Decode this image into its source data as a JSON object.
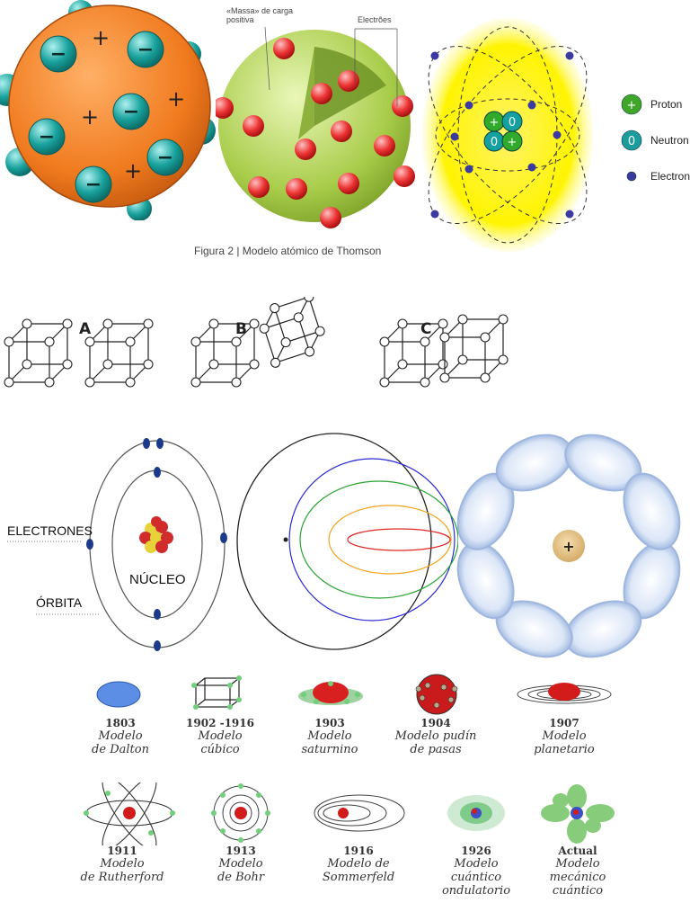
{
  "thomson": {
    "plus": "+",
    "minus": "−",
    "annot_massa": "«Massa» de carga\npositiva",
    "annot_electroes": "Electrões",
    "caption": "Figura 2 | Modelo atómico de Thomson"
  },
  "legend": {
    "items": [
      {
        "label": "Proton",
        "glyph": "+",
        "color": "#3fa62a"
      },
      {
        "label": "Neutron",
        "glyph": "0",
        "color": "#1a9c9c"
      },
      {
        "label": "Electron",
        "glyph": "",
        "color": "#3a3aa0"
      }
    ]
  },
  "cubes": {
    "labels": [
      "A",
      "B",
      "C"
    ]
  },
  "bohr": {
    "electrones": "ELECTRONES",
    "orbita": "ÓRBITA",
    "nucleo": "NÚCLEO"
  },
  "timeline": {
    "row1": [
      {
        "year": "1803",
        "name": "Modelo\nde Dalton"
      },
      {
        "year": "1902 -1916",
        "name": "Modelo\ncúbico"
      },
      {
        "year": "1903",
        "name": "Modelo\nsaturnino"
      },
      {
        "year": "1904",
        "name": "Modelo pudín\nde pasas"
      },
      {
        "year": "1907",
        "name": "Modelo\nplanetario"
      }
    ],
    "row2": [
      {
        "year": "1911",
        "name": "Modelo\nde Rutherford"
      },
      {
        "year": "1913",
        "name": "Modelo\nde Bohr"
      },
      {
        "year": "1916",
        "name": "Modelo de\nSommerfeld"
      },
      {
        "year": "1926",
        "name": "Modelo\ncuántico\nondulatorio"
      },
      {
        "year": "Actual",
        "name": "Modelo\nmecánico\ncuántico"
      }
    ]
  }
}
